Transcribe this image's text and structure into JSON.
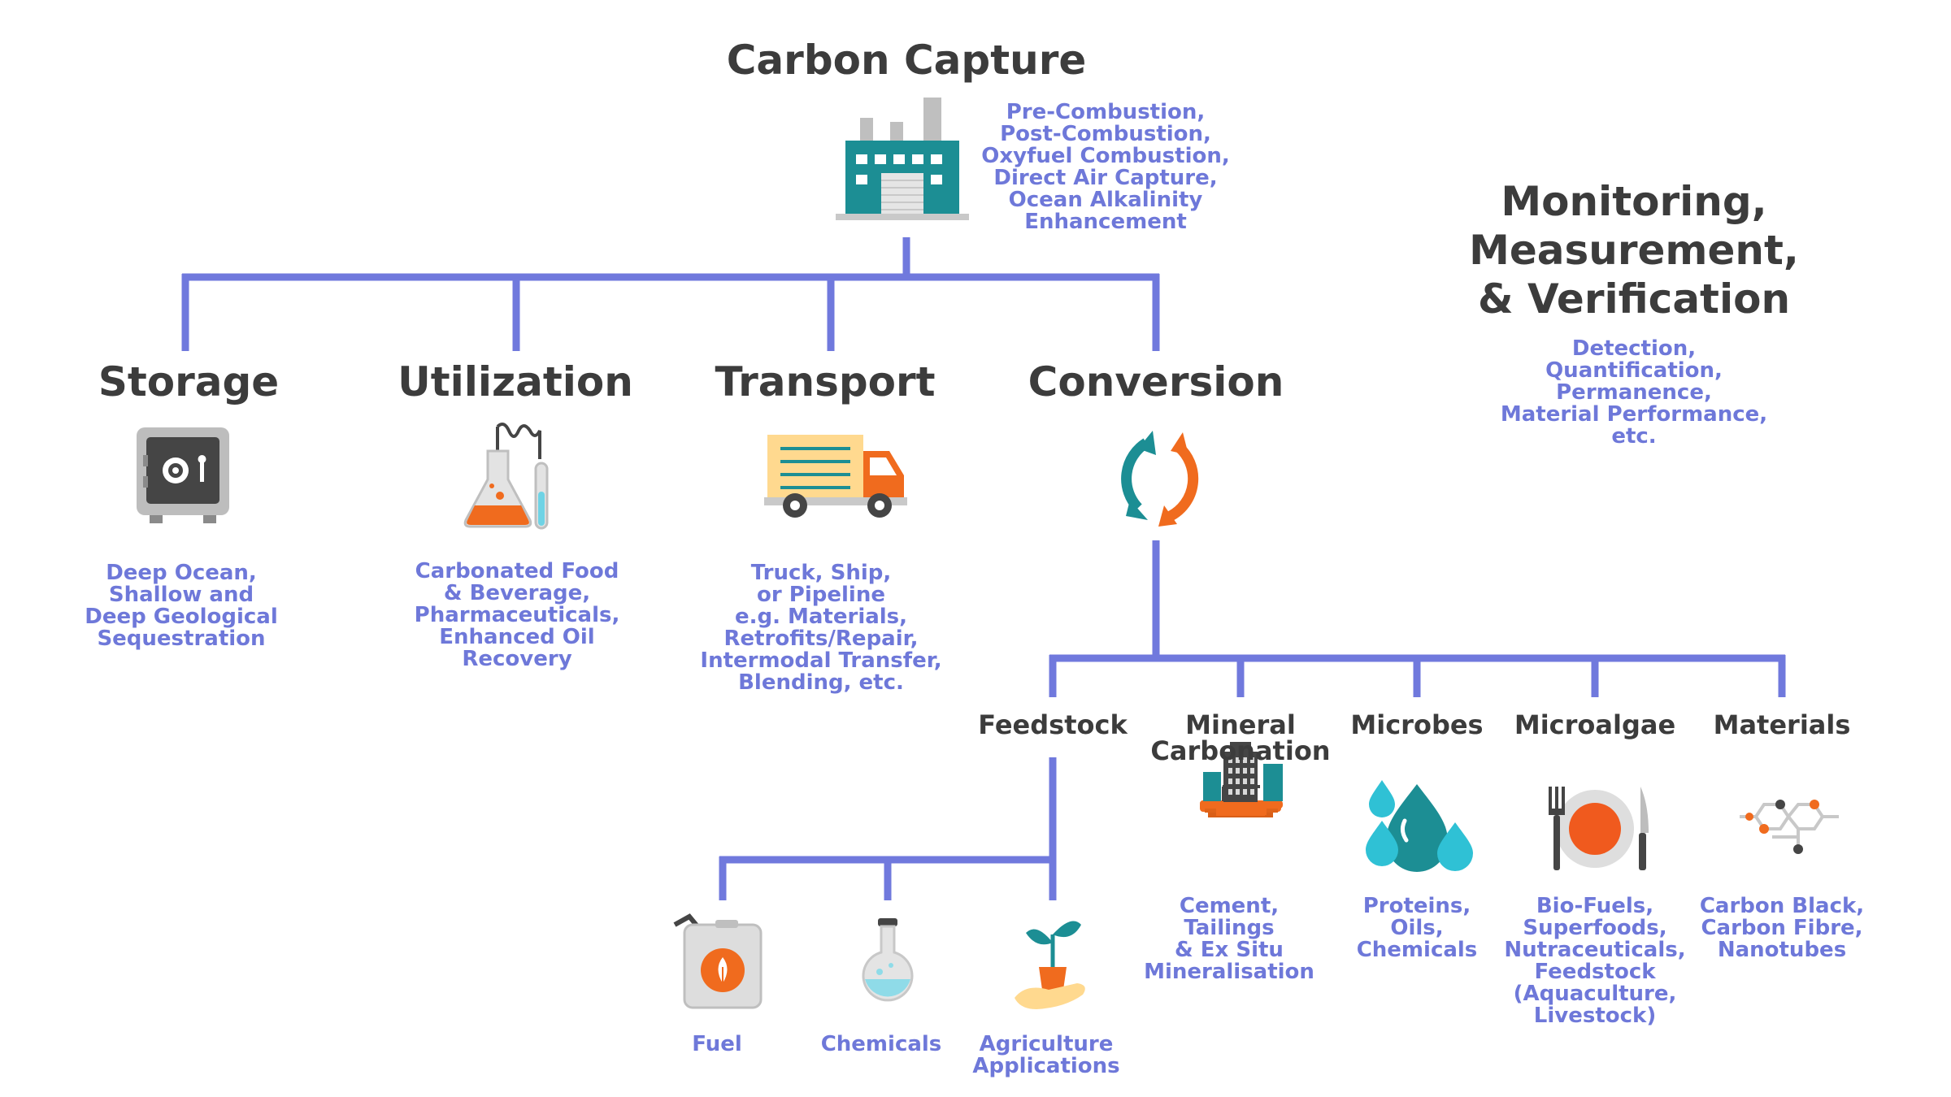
{
  "colors": {
    "connector": "#7079dd",
    "heading": "#3c3c3c",
    "description": "#6e78d9",
    "teal": "#1c8e94",
    "orange": "#f06b1e"
  },
  "capture": {
    "title": "Carbon Capture",
    "methods": [
      "Pre-Combustion,",
      "Post-Combustion,",
      "Oxyfuel Combustion,",
      "Direct Air Capture,",
      "Ocean Alkalinity",
      "Enhancement"
    ],
    "icon": "factory-icon"
  },
  "mmv": {
    "title": [
      "Monitoring,",
      "Measurement,",
      "& Verification"
    ],
    "items": [
      "Detection,",
      "Quantification,",
      "Permanence,",
      "Material Performance,",
      "etc."
    ]
  },
  "branches": {
    "storage": {
      "title": "Storage",
      "icon": "safe-icon",
      "desc": [
        "Deep Ocean,",
        "Shallow and",
        "Deep Geological",
        "Sequestration"
      ]
    },
    "utilization": {
      "title": "Utilization",
      "icon": "lab-flask-icon",
      "desc": [
        "Carbonated Food",
        "& Beverage,",
        "Pharmaceuticals,",
        "Enhanced Oil",
        "Recovery"
      ]
    },
    "transport": {
      "title": "Transport",
      "icon": "truck-icon",
      "desc": [
        "Truck, Ship,",
        "or Pipeline",
        "e.g. Materials,",
        "Retrofits/Repair,",
        "Intermodal Transfer,",
        "Blending, etc."
      ]
    },
    "conversion": {
      "title": "Conversion",
      "icon": "cycle-arrows-icon"
    }
  },
  "conversion_types": {
    "feedstock": {
      "title": [
        "Feedstock"
      ]
    },
    "mineral": {
      "title": [
        "Mineral",
        "Carbonation"
      ],
      "icon": "buildings-icon",
      "desc": [
        "Cement,",
        "Tailings",
        "& Ex Situ",
        "Mineralisation"
      ]
    },
    "microbes": {
      "title": [
        "Microbes"
      ],
      "icon": "droplets-icon",
      "desc": [
        "Proteins,",
        "Oils,",
        "Chemicals"
      ]
    },
    "microalgae": {
      "title": [
        "Microalgae"
      ],
      "icon": "plate-cutlery-icon",
      "desc": [
        "Bio-Fuels,",
        "Superfoods,",
        "Nutraceuticals,",
        "Feedstock",
        "(Aquaculture,",
        "Livestock)"
      ]
    },
    "materials": {
      "title": [
        "Materials"
      ],
      "icon": "molecule-icon",
      "desc": [
        "Carbon Black,",
        "Carbon Fibre,",
        "Nanotubes"
      ]
    }
  },
  "feedstock_uses": {
    "fuel": {
      "label": [
        "Fuel"
      ],
      "icon": "fuel-can-icon"
    },
    "chemicals": {
      "label": [
        "Chemicals"
      ],
      "icon": "round-flask-icon"
    },
    "agriculture": {
      "label": [
        "Agriculture",
        "Applications"
      ],
      "icon": "plant-in-hand-icon"
    }
  }
}
